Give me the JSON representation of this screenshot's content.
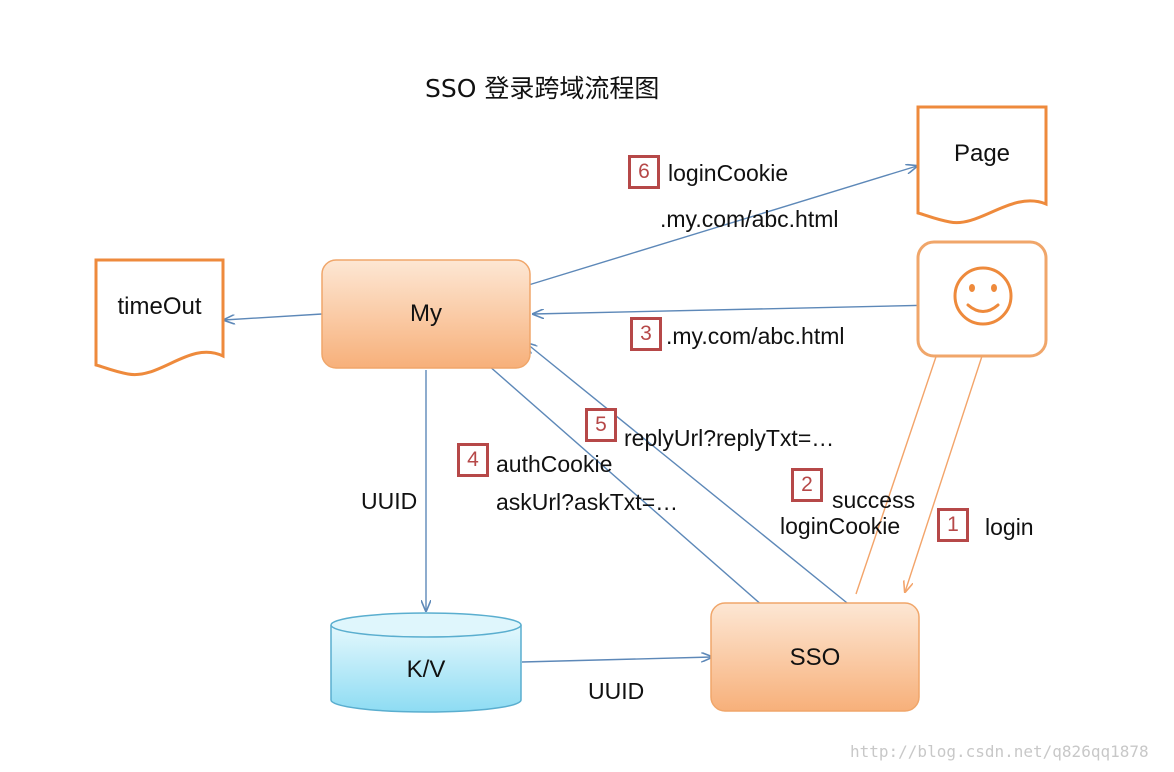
{
  "diagram": {
    "title": "SSO 登录跨域流程图",
    "nodes": {
      "my": "My",
      "sso": "SSO",
      "kv": "K/V",
      "timeout": "timeOut",
      "page": "Page"
    },
    "steps": [
      {
        "number": "1",
        "lines": [
          "login"
        ]
      },
      {
        "number": "2",
        "lines": [
          "success",
          "loginCookie"
        ]
      },
      {
        "number": "3",
        "lines": [
          ".my.com/abc.html"
        ]
      },
      {
        "number": "4",
        "lines": [
          "authCookie",
          "askUrl?askTxt=…"
        ]
      },
      {
        "number": "5",
        "lines": [
          "replyUrl?replyTxt=…"
        ]
      },
      {
        "number": "6",
        "lines": [
          "loginCookie",
          ".my.com/abc.html"
        ]
      }
    ],
    "edge_labels": {
      "my_to_kv": "UUID",
      "kv_to_sso": "UUID"
    },
    "watermark": "http://blog.csdn.net/q826qq1878"
  },
  "colors": {
    "box_orange_light": "#fde0c8",
    "box_orange_dark": "#f7b07a",
    "box_border": "#f0a66a",
    "doc_border": "#ee8a3c",
    "cylinder_light": "#d8f4fc",
    "cylinder_dark": "#8edcf3",
    "cylinder_border": "#5aaecf",
    "arrow_blue": "#5d88b8",
    "arrow_orange": "#f3a46a",
    "badge_red": "#b64848"
  }
}
